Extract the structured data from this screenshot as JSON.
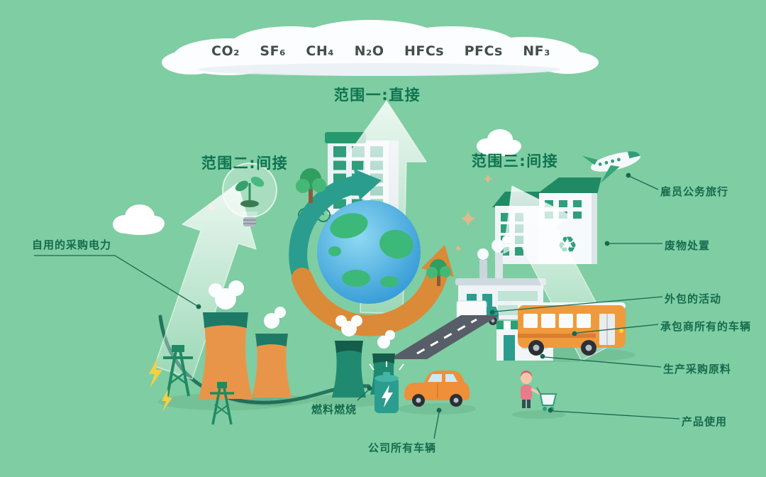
{
  "canvas": {
    "background": "#7fcda2"
  },
  "colors": {
    "background": "#7fcda2",
    "label_green": "#156b4e",
    "gas_text": "#414f48",
    "scope_green": "#0e7350",
    "line_green": "#17684f",
    "accent_orange": "#ef9a3e",
    "accent_teal": "#2a9d8f",
    "globe_blue": "#3ba4dd"
  },
  "cloud": {
    "gases": [
      "CO₂",
      "SF₆",
      "CH₄",
      "N₂O",
      "HFCs",
      "PFCs",
      "NF₃"
    ]
  },
  "scopes": {
    "scope1": {
      "label": "范围一:直接"
    },
    "scope2": {
      "label": "范围二:间接"
    },
    "scope3": {
      "label": "范围三:间接"
    }
  },
  "callouts": {
    "purchased_electricity": {
      "label": "自用的采购电力"
    },
    "fuel_combustion": {
      "label": "燃料燃烧"
    },
    "company_vehicles": {
      "label": "公司所有车辆"
    },
    "employee_travel": {
      "label": "雇员公务旅行"
    },
    "waste_disposal": {
      "label": "废物处置"
    },
    "outsourced_activities": {
      "label": "外包的活动"
    },
    "contractor_vehicles": {
      "label": "承包商所有的车辆"
    },
    "purchased_materials": {
      "label": "生产采购原料"
    },
    "product_use": {
      "label": "产品使用"
    }
  },
  "icons": {
    "recycle-icon": "♻"
  }
}
